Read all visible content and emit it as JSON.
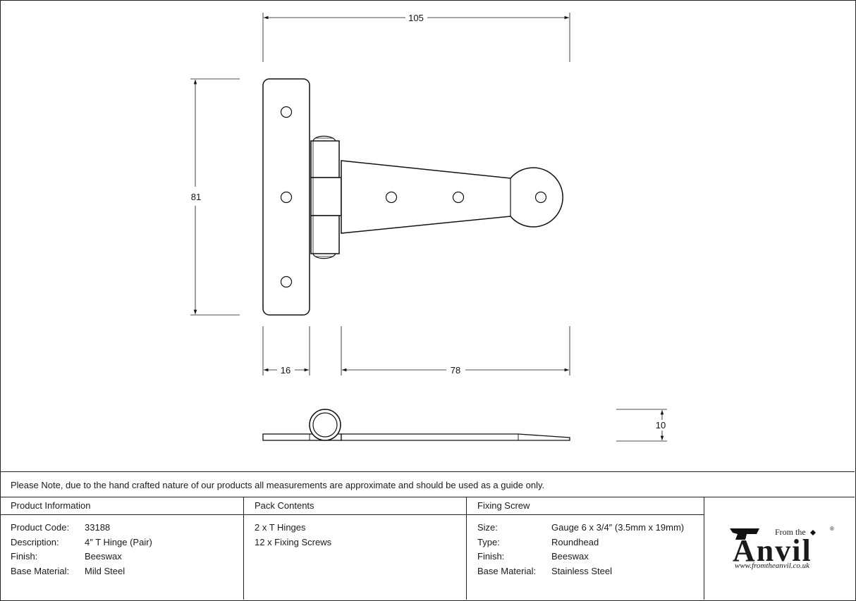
{
  "dimensions": {
    "overall_width": "105",
    "height": "81",
    "strap_plate_width": "16",
    "strap_length": "78",
    "thickness": "10"
  },
  "note": "Please Note, due to the hand crafted nature of our products all measurements are approximate and should be used as a guide only.",
  "product_information": {
    "title": "Product Information",
    "rows": [
      {
        "label": "Product Code:",
        "value": "33188"
      },
      {
        "label": "Description:",
        "value": "4″ T Hinge (Pair)"
      },
      {
        "label": "Finish:",
        "value": "Beeswax"
      },
      {
        "label": "Base Material:",
        "value": "Mild Steel"
      }
    ]
  },
  "pack_contents": {
    "title": "Pack Contents",
    "items": [
      "2 x T Hinges",
      "12 x Fixing Screws"
    ]
  },
  "fixing_screw": {
    "title": "Fixing Screw",
    "rows": [
      {
        "label": "Size:",
        "value": "Gauge 6 x 3/4″ (3.5mm x 19mm)"
      },
      {
        "label": "Type:",
        "value": "Roundhead"
      },
      {
        "label": "Finish:",
        "value": "Beeswax"
      },
      {
        "label": "Base Material:",
        "value": "Stainless Steel"
      }
    ]
  },
  "logo": {
    "from_the": "From the",
    "brand": "Anvil",
    "registered": "®",
    "url": "www.fromtheanvil.co.uk"
  }
}
